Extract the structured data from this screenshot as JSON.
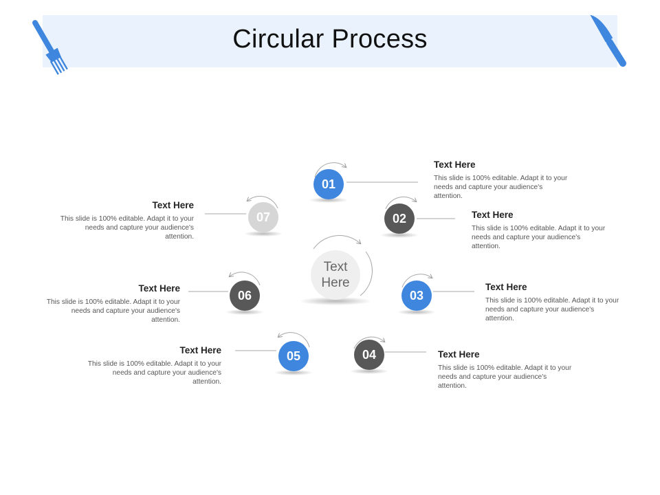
{
  "title": "Circular Process",
  "icons": [
    "fork-icon",
    "knife-icon"
  ],
  "colors": {
    "accent": "#3f86de",
    "dark": "#585858",
    "light": "#d6d6d6",
    "banner": "#eaf3fd"
  },
  "center": {
    "line1": "Text",
    "line2": "Here"
  },
  "steps": [
    {
      "number": "01",
      "heading": "Text Here",
      "text": "This slide is 100% editable. Adapt it to your needs and capture your audience's attention."
    },
    {
      "number": "02",
      "heading": "Text Here",
      "text": "This slide is 100% editable. Adapt it to your needs and capture your audience's attention."
    },
    {
      "number": "03",
      "heading": "Text Here",
      "text": "This slide is 100% editable. Adapt it to your needs and capture your audience's attention."
    },
    {
      "number": "04",
      "heading": "Text Here",
      "text": "This slide is 100% editable. Adapt it to your needs and capture your audience's attention."
    },
    {
      "number": "05",
      "heading": "Text Here",
      "text": "This slide is 100% editable. Adapt it to your needs and capture your audience's attention."
    },
    {
      "number": "06",
      "heading": "Text Here",
      "text": "This slide is 100% editable. Adapt it to your needs and capture your audience's attention."
    },
    {
      "number": "07",
      "heading": "Text Here",
      "text": "This slide is 100% editable. Adapt it to your needs and capture your audience's attention."
    }
  ]
}
